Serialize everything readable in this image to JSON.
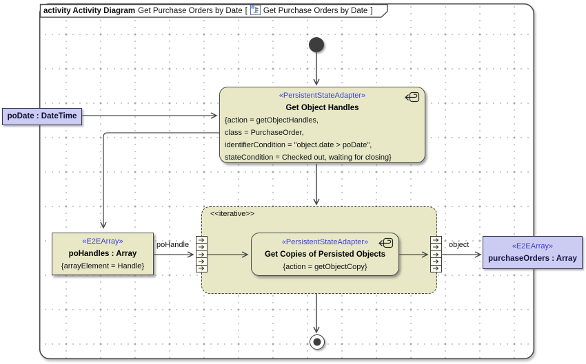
{
  "frame": {
    "kind_label": "activity Activity Diagram",
    "diagram_name": "Get Purchase Orders by Date",
    "open_bracket": "[",
    "ref_name": "Get Purchase Orders by Date",
    "close_bracket": "]"
  },
  "nodes": {
    "get_object_handles": {
      "stereotype": "«PersistentStateAdapter»",
      "name": "Get Object Handles",
      "body_lines": [
        "{action = getObjectHandles,",
        "class = PurchaseOrder,",
        "identifierCondition = \"object.date > poDate\",",
        "stateCondition = Checked out, waiting for closing}"
      ]
    },
    "iterative_region": {
      "stereotype": "<<iterative>>"
    },
    "get_copies": {
      "stereotype": "«PersistentStateAdapter»",
      "name": "Get Copies of Persisted Objects",
      "body": "{action = getObjectCopy}"
    },
    "po_date_param": {
      "label": "poDate : DateTime"
    },
    "po_handles": {
      "stereotype": "«E2EArray»",
      "name": "poHandles : Array",
      "body": "{arrayElement = Handle}"
    },
    "purchase_orders": {
      "stereotype": "«E2EArray»",
      "name": "purchaseOrders : Array"
    }
  },
  "edges": {
    "po_handle_label": "poHandle",
    "object_label": "object"
  },
  "colors": {
    "node_fill": "#e8e8c7",
    "param_fill": "#ccccf2",
    "stereotype_text": "#3e3ed8",
    "line": "#4a4a4a",
    "initial_final_fill": "#3d3d3d"
  }
}
